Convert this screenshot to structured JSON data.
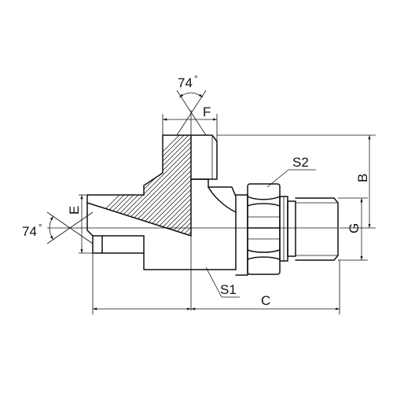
{
  "drawing": {
    "labels": {
      "angle_top": "74",
      "angle_left": "74",
      "degree": "°",
      "F": "F",
      "B": "B",
      "G": "G",
      "E": "E",
      "C": "C",
      "S1": "S1",
      "S2": "S2"
    }
  }
}
